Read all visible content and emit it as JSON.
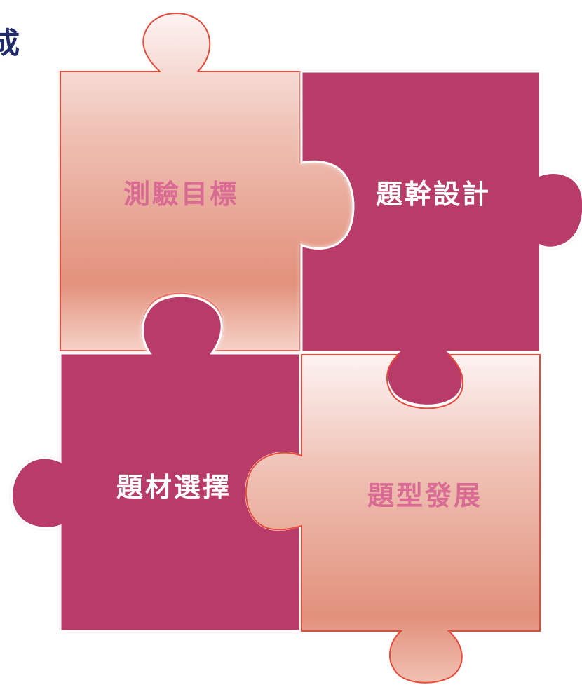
{
  "corner_text": "成",
  "pieces": {
    "top_left": {
      "label": "測驗目標",
      "style": "light"
    },
    "top_right": {
      "label": "題幹設計",
      "style": "dark"
    },
    "bottom_left": {
      "label": "題材選擇",
      "style": "dark"
    },
    "bottom_right": {
      "label": "題型發展",
      "style": "light"
    }
  },
  "colors": {
    "dark_fill": "#b83b68",
    "light_text": "#d96a93",
    "dark_text": "#ffffff",
    "outline": "#e84a3a",
    "light_gradient": [
      "#fbeff0",
      "#e7a38c",
      "#e2907c",
      "#f2c9c0"
    ]
  }
}
